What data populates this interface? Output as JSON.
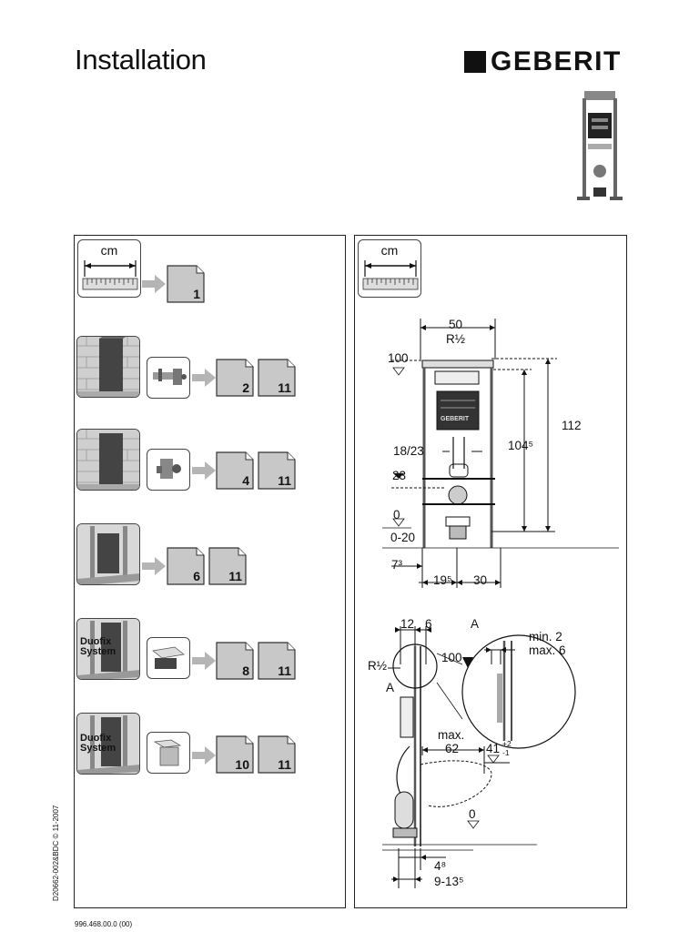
{
  "header": {
    "title": "Installation",
    "brand": "GEBERIT"
  },
  "left_panel": {
    "cm_label": "cm",
    "rows": [
      {
        "pages": [
          "1"
        ]
      },
      {
        "pages": [
          "2",
          "11"
        ]
      },
      {
        "pages": [
          "4",
          "11"
        ]
      },
      {
        "pages": [
          "6",
          "11"
        ]
      },
      {
        "pages": [
          "8",
          "11"
        ],
        "thumb_label": "Duofix System"
      },
      {
        "pages": [
          "10",
          "11"
        ],
        "thumb_label": "Duofix System"
      }
    ]
  },
  "right_panel": {
    "cm_label": "cm",
    "front_view": {
      "width": "50",
      "connection": "R½",
      "level_100": "100",
      "height_112": "112",
      "height_104": "104⁵",
      "range_18_23": "18/23",
      "level_23": "23",
      "level_0": "0",
      "range_0_20": "0-20",
      "offset_7": "7³",
      "offset_19": "19⁵",
      "offset_30": "30",
      "wall_brand": "GEBERIT"
    },
    "side_view": {
      "dim_12": "12",
      "dim_6": "6",
      "detail_a_top": "A",
      "detail_a_side": "A",
      "connection": "R½",
      "level_100": "100",
      "min": "min. 2",
      "max": "max. 6",
      "max_label": "max.",
      "max_62": "62",
      "dim_41": "41",
      "tol_plus": "+2",
      "tol_minus": "-1",
      "level_0": "0",
      "dim_4": "4⁸",
      "dim_9_13": "9-13⁵"
    }
  },
  "footer": {
    "side_code": "D20662-002&BDC © 11-2007",
    "doc_number": "996.468.00.0 (00)"
  }
}
